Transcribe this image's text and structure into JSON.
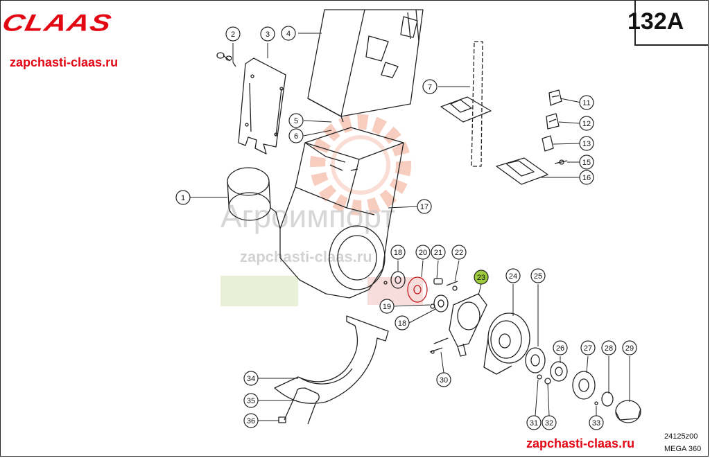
{
  "header": {
    "brand": "CLAAS",
    "site_top": "zapchasti-claas.ru",
    "page_number": "132A"
  },
  "footer": {
    "site_bottom": "zapchasti-claas.ru",
    "drawing_ref": "24125z00",
    "model": "MEGA 360"
  },
  "watermark": {
    "company": "Агроимпорт",
    "site": "zapchasti-claas.ru"
  },
  "colors": {
    "brand_red": "#e30613",
    "highlight_green": "#9ccc3c",
    "line": "#222222"
  },
  "callouts": [
    {
      "n": "1",
      "highlight": false
    },
    {
      "n": "2",
      "highlight": false
    },
    {
      "n": "3",
      "highlight": false
    },
    {
      "n": "4",
      "highlight": false
    },
    {
      "n": "5",
      "highlight": false
    },
    {
      "n": "6",
      "highlight": false
    },
    {
      "n": "7",
      "highlight": false
    },
    {
      "n": "11",
      "highlight": false
    },
    {
      "n": "12",
      "highlight": false
    },
    {
      "n": "13",
      "highlight": false
    },
    {
      "n": "15",
      "highlight": false
    },
    {
      "n": "16",
      "highlight": false
    },
    {
      "n": "17",
      "highlight": false
    },
    {
      "n": "18",
      "highlight": false
    },
    {
      "n": "18",
      "highlight": false
    },
    {
      "n": "19",
      "highlight": false
    },
    {
      "n": "20",
      "highlight": false
    },
    {
      "n": "21",
      "highlight": false
    },
    {
      "n": "22",
      "highlight": false
    },
    {
      "n": "23",
      "highlight": true
    },
    {
      "n": "24",
      "highlight": false
    },
    {
      "n": "25",
      "highlight": false
    },
    {
      "n": "26",
      "highlight": false
    },
    {
      "n": "27",
      "highlight": false
    },
    {
      "n": "28",
      "highlight": false
    },
    {
      "n": "29",
      "highlight": false
    },
    {
      "n": "30",
      "highlight": false
    },
    {
      "n": "31",
      "highlight": false
    },
    {
      "n": "32",
      "highlight": false
    },
    {
      "n": "33",
      "highlight": false
    },
    {
      "n": "34",
      "highlight": false
    },
    {
      "n": "35",
      "highlight": false
    },
    {
      "n": "36",
      "highlight": false
    }
  ]
}
